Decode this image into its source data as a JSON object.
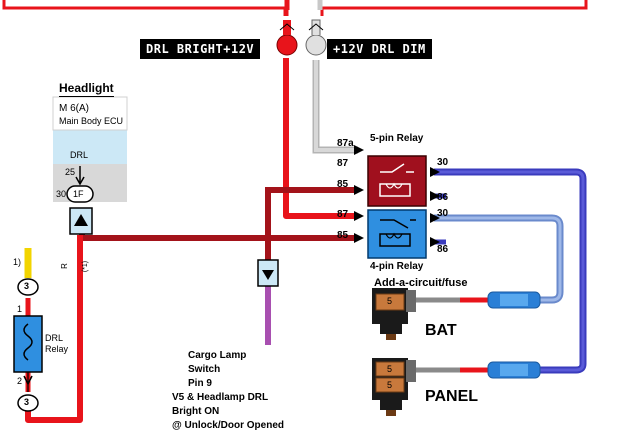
{
  "labels": {
    "drl_bright": "DRL BRIGHT+12V",
    "drl_dim": "+12V DRL DIM",
    "headlight": "Headlight",
    "m6a": "M 6(A)",
    "main_body_ecu": "Main Body ECU",
    "drl": "DRL",
    "pin25": "25",
    "pin30_left": "30",
    "conn_1f": "1F",
    "five_pin_relay": "5-pin Relay",
    "four_pin_relay": "4-pin Relay",
    "r1_87a": "87a",
    "r1_87": "87",
    "r1_85": "85",
    "r1_30": "30",
    "r1_86": "86",
    "r2_87": "87",
    "r2_85": "85",
    "r2_30": "30",
    "r2_86": "86",
    "add_circuit": "Add-a-circuit/fuse",
    "bat": "BAT",
    "panel": "PANEL",
    "drl_relay_1": "DRL",
    "drl_relay_2": "Relay",
    "conn3_top": "3",
    "conn3_bottom": "3",
    "pin1": "1",
    "pin2": "2",
    "wire_r": "R",
    "wire_x1": "(*1)",
    "cut_off_top": "1)",
    "fuse_a": "5",
    "fuse_b": "5",
    "fuse_c": "5",
    "cargo_note": [
      "Cargo Lamp",
      "Switch",
      "Pin 9",
      "V5  & Headlamp DRL",
      "Bright ON",
      "@ Unlock/Door Opened"
    ]
  },
  "colors": {
    "red_wire": "#e8141b",
    "dark_red_wire": "#a3131a",
    "gray_wire": "#c8c8c8",
    "blue_wire": "#3a3bbd",
    "light_blue_wire": "#7fa0d8",
    "purple_wire": "#a84fb0",
    "yellow_wire": "#f2d400",
    "relay1_fill": "#a0101e",
    "relay2_fill": "#2f8fe0",
    "ecu_fill": "#cce8f6",
    "tag_bg": "#000000"
  }
}
